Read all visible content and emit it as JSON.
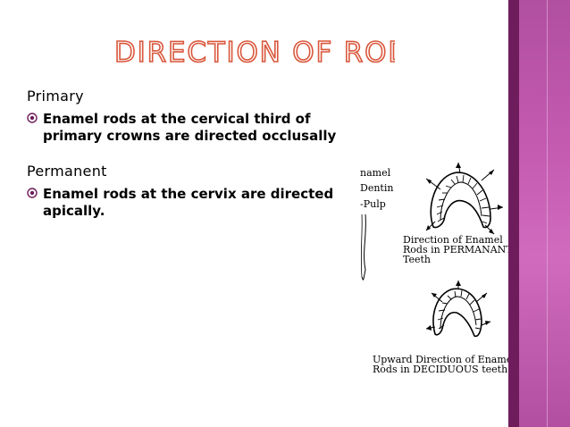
{
  "slide": {
    "title": "DIRECTION OF RODS",
    "sections": [
      {
        "heading": "Primary",
        "bullet": "Enamel rods at the cervical third of primary crowns are directed occlusally"
      },
      {
        "heading": "Permanent",
        "bullet": "Enamel rods at the cervix are directed apically."
      }
    ]
  },
  "figure": {
    "labels": [
      "namel",
      "Dentin",
      "-Pulp"
    ],
    "caption_permanent": [
      "Direction of Enamel",
      "Rods in PERMANANT",
      "Teeth"
    ],
    "caption_deciduous": [
      "Upward Direction of Enamel",
      "Rods in DECIDUOUS teeth"
    ]
  },
  "colors": {
    "title_outline": "#d9573c",
    "accent_dark": "#6f1c5c",
    "accent": "#c45bb1"
  },
  "icons": {
    "bullet": "circle-bullet-icon"
  }
}
